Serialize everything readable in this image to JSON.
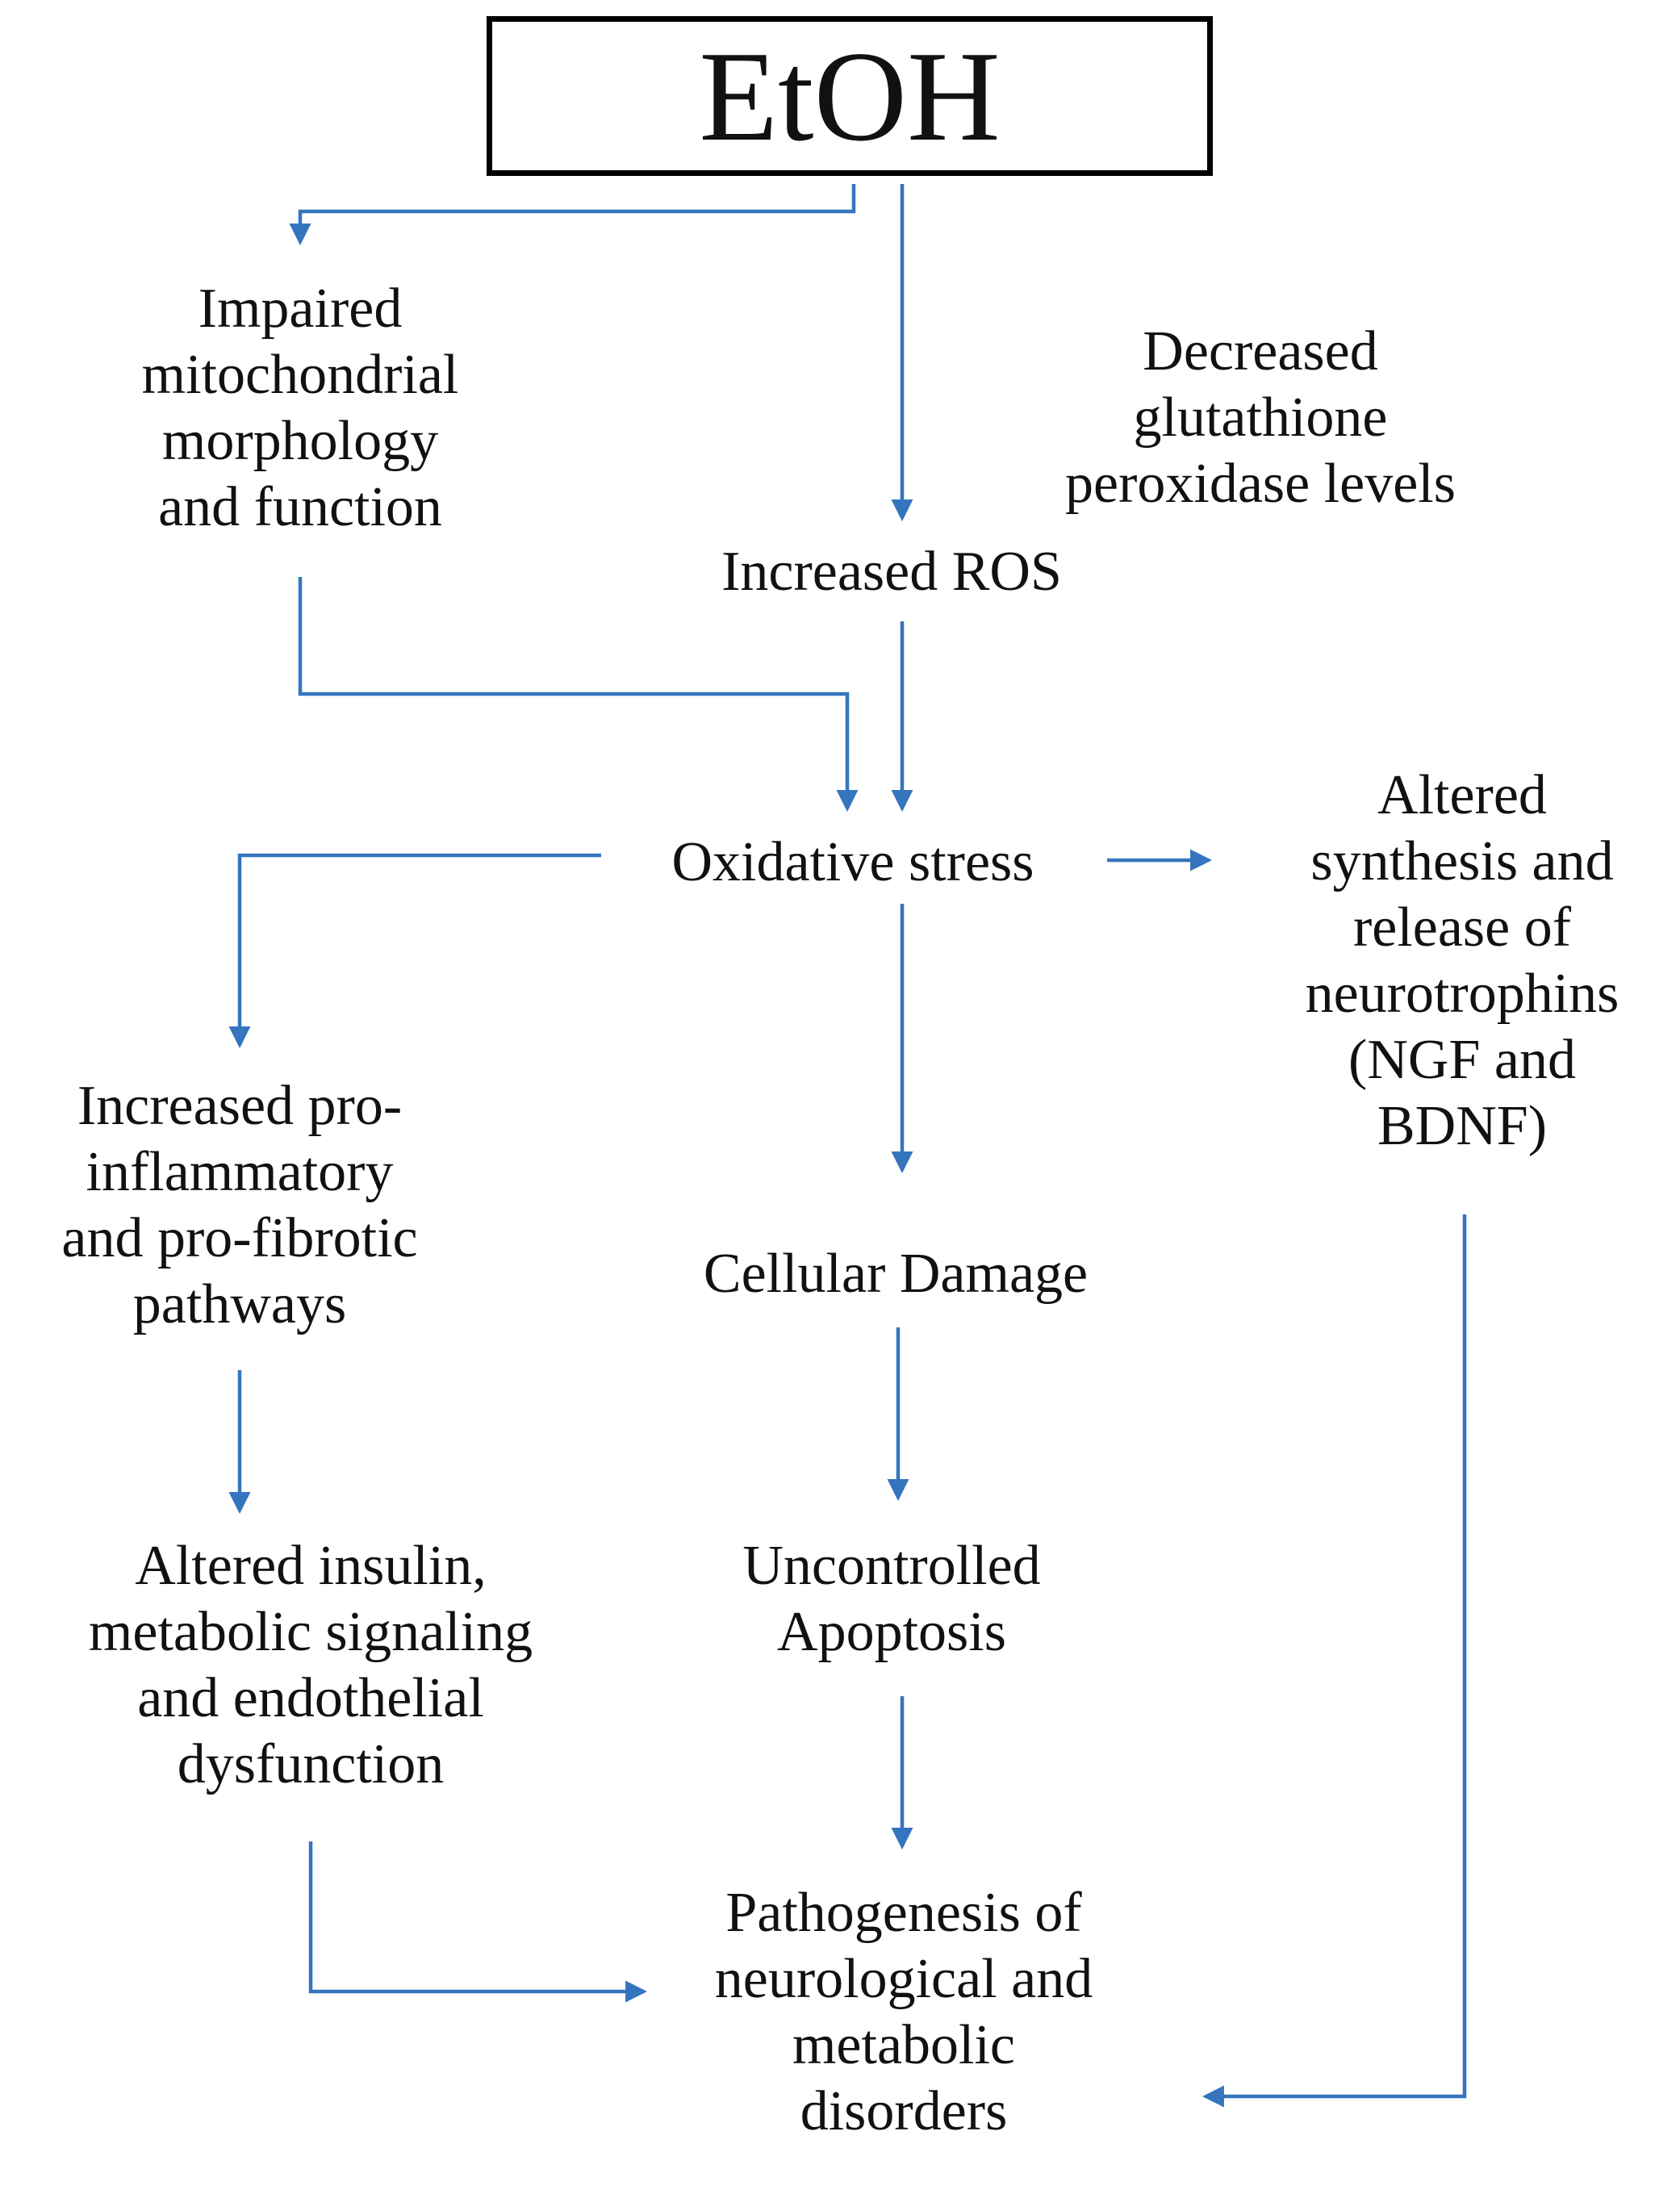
{
  "diagram": {
    "title": "EtOH effects flowchart",
    "background_color": "#ffffff",
    "arrow_color": "#3575BE",
    "text_color": "#111111",
    "nodes": {
      "etoh": "EtOH",
      "impaired_mito": "Impaired\nmitochondrial\nmorphology\nand function",
      "decreased_glutathione": "Decreased glutathione\nperoxidase levels",
      "increased_ros": "Increased ROS",
      "oxidative_stress": "Oxidative stress",
      "altered_neurotrophins": "Altered\nsynthesis and\nrelease of\nneurotrophins\n(NGF and\nBDNF)",
      "pro_inflammatory": "Increased pro-\ninflammatory\nand pro-fibrotic\npathways",
      "cellular_damage": "Cellular Damage",
      "altered_insulin": "Altered insulin,\nmetabolic signaling\nand endothelial\ndysfunction",
      "uncontrolled_apoptosis": "Uncontrolled\nApoptosis",
      "pathogenesis": "Pathogenesis of\nneurological and\nmetabolic\ndisorders"
    }
  }
}
